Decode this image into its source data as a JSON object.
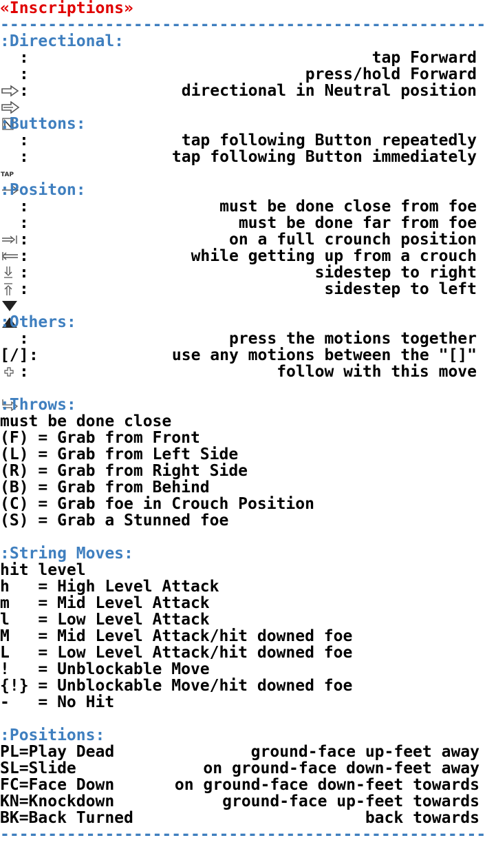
{
  "title": "«Inscriptions»",
  "rule": "-----------------------------------------------------------",
  "directional": {
    "heading": ":Directional:",
    "items": [
      {
        "icon": "tap-forward-arrow-icon",
        "desc": "tap Forward"
      },
      {
        "icon": "hold-forward-arrow-icon",
        "desc": "press/hold Forward"
      },
      {
        "icon": "neutral-n-icon",
        "desc": "directional in Neutral position"
      }
    ]
  },
  "buttons": {
    "heading": ":Buttons:",
    "items": [
      {
        "icon": "tap-label-icon",
        "desc": "tap following Button repeatedly"
      },
      {
        "icon": "thin-right-arrow-icon",
        "desc": "tap following Button immediately"
      }
    ]
  },
  "position": {
    "heading": ":Positon:",
    "items": [
      {
        "icon": "arrow-to-bar-icon",
        "desc": "must be done close from foe"
      },
      {
        "icon": "arrow-from-bar-icon",
        "desc": "must be done far from foe"
      },
      {
        "icon": "down-to-bar-icon",
        "desc": "on a full crounch position"
      },
      {
        "icon": "up-from-bar-icon",
        "desc": "while getting up from a crouch"
      },
      {
        "icon": "triangle-down-icon",
        "desc": "sidestep to right"
      },
      {
        "icon": "triangle-up-icon",
        "desc": "sidestep to left"
      }
    ]
  },
  "others": {
    "heading": ":Others:",
    "items": [
      {
        "icon": "plus-icon",
        "desc": "press the motions together"
      },
      {
        "symbol": "[/]",
        "desc": "use any motions between the \"[]\""
      },
      {
        "icon": "follow-arrow-icon",
        "desc": "follow with this move"
      }
    ]
  },
  "throws": {
    "heading": ":Throws:",
    "lines": [
      "must be done close",
      "(F) = Grab from Front",
      "(L) = Grab from Left Side",
      "(R) = Grab from Right Side",
      "(B) = Grab from Behind",
      "(C) = Grab foe in Crouch Position",
      "(S) = Grab a Stunned foe"
    ]
  },
  "strings": {
    "heading": ":String Moves:",
    "lines": [
      "hit level",
      "h   = High Level Attack",
      "m   = Mid Level Attack",
      "l   = Low Level Attack",
      "M   = Mid Level Attack/hit downed foe",
      "L   = Low Level Attack/hit downed foe",
      "!   = Unblockable Move",
      "{!} = Unblockable Move/hit downed foe",
      "-   = No Hit"
    ]
  },
  "positions": {
    "heading": ":Positions:",
    "items": [
      {
        "code": "PL=Play Dead",
        "desc": "ground-face up-feet away"
      },
      {
        "code": "SL=Slide",
        "desc": "on ground-face down-feet away"
      },
      {
        "code": "FC=Face Down",
        "desc": "on ground-face down-feet towards"
      },
      {
        "code": "KN=Knockdown",
        "desc": "ground-face up-feet towards"
      },
      {
        "code": "BK=Back Turned",
        "desc": "back towards"
      }
    ]
  }
}
